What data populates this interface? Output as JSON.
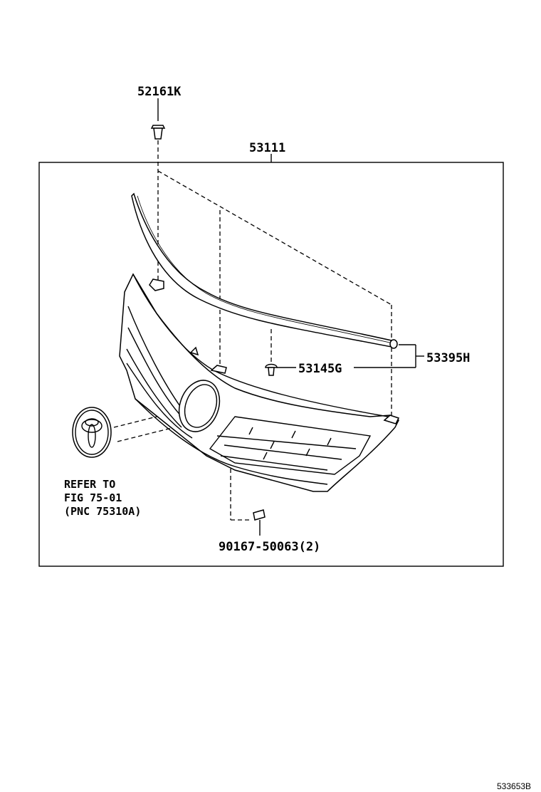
{
  "diagram": {
    "figure_id": "533653B",
    "parts": {
      "clip_top": "52161K",
      "grille_assembly": "53111",
      "moulding": "53395H",
      "moulding_clip": "53145G",
      "screw": "90167-50063(2)"
    },
    "emblem_reference": {
      "line1": "REFER TO",
      "line2": "FIG 75-01",
      "line3": "(PNC 75310A)"
    }
  }
}
